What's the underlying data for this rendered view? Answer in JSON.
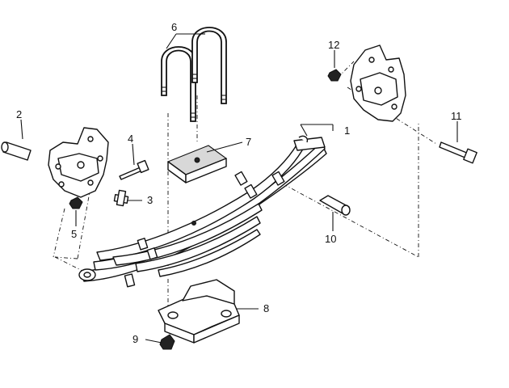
{
  "diagram": {
    "callouts": [
      {
        "id": "1",
        "label": "1"
      },
      {
        "id": "2",
        "label": "2"
      },
      {
        "id": "3",
        "label": "3"
      },
      {
        "id": "4",
        "label": "4"
      },
      {
        "id": "5",
        "label": "5"
      },
      {
        "id": "6",
        "label": "6"
      },
      {
        "id": "7",
        "label": "7"
      },
      {
        "id": "8",
        "label": "8"
      },
      {
        "id": "9",
        "label": "9"
      },
      {
        "id": "10",
        "label": "10"
      },
      {
        "id": "11",
        "label": "11"
      },
      {
        "id": "12",
        "label": "12"
      }
    ],
    "parts": {
      "leaf_spring": "leaf-spring-icon",
      "front_pin": "spring-pin-icon",
      "shackle_bolt": "bolt-icon",
      "bolt_4": "bolt-icon",
      "nut_5": "nut-icon",
      "u_bolts": "u-bolt-icon",
      "spacer_pad": "pad-icon",
      "spring_seat": "spring-seat-icon",
      "nut_9": "nut-icon",
      "rear_bushing": "bushing-icon",
      "rear_bolt": "bolt-icon",
      "nut_12": "nut-icon",
      "front_hanger": "bracket-icon",
      "rear_hanger": "bracket-icon"
    },
    "colors": {
      "ink": "#111111",
      "paper": "#ffffff"
    }
  }
}
